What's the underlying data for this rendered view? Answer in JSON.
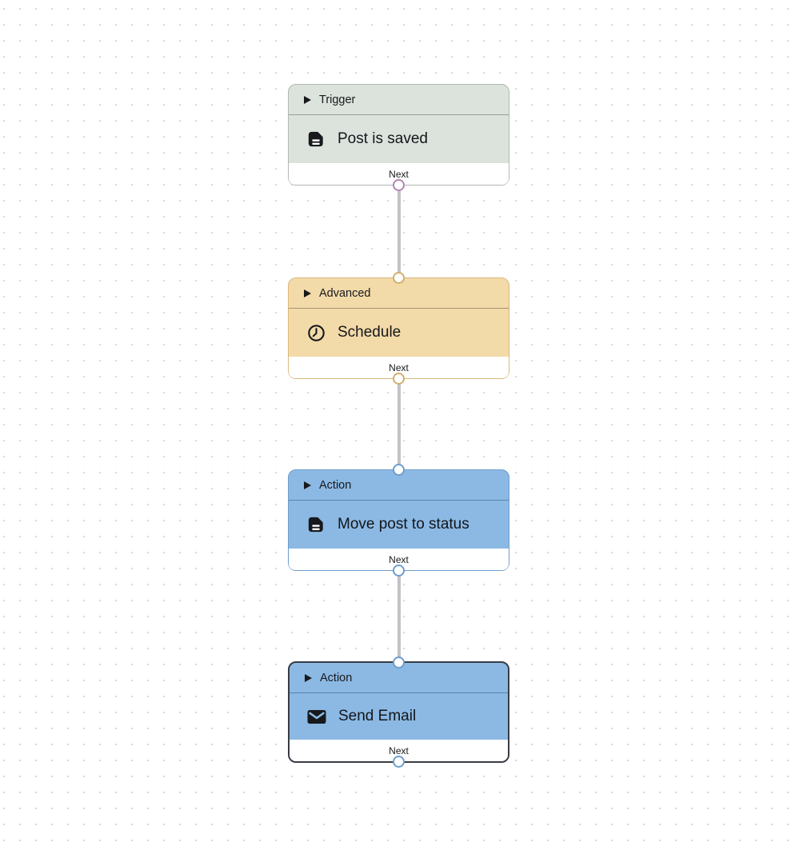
{
  "canvas": {
    "background_color": "#ffffff",
    "dot_color": "#d7d7d7",
    "edge_color": "#c3c3c7",
    "selected_border_color": "#383d42"
  },
  "nodes": [
    {
      "category": "Trigger",
      "title": "Post is saved",
      "next_label": "Next",
      "icon": "document-icon",
      "fill": "#dce3dd",
      "border": "#b0b8b2",
      "divider": "#99a09b",
      "port": "#b287b2",
      "selected": false
    },
    {
      "category": "Advanced",
      "title": "Schedule",
      "next_label": "Next",
      "icon": "clock-icon",
      "fill": "#f3daa9",
      "border": "#d8b97e",
      "divider": "#a5946f",
      "port": "#d2ae6e",
      "selected": false
    },
    {
      "category": "Action",
      "title": "Move post to status",
      "next_label": "Next",
      "icon": "document-icon",
      "fill": "#8bb9e4",
      "border": "#6d9ecd",
      "divider": "#5d81a9",
      "port": "#6d9ecd",
      "selected": false
    },
    {
      "category": "Action",
      "title": "Send Email",
      "next_label": "Next",
      "icon": "email-icon",
      "fill": "#8bb9e4",
      "border": "#383d42",
      "divider": "#5d81a9",
      "port": "#6d9ecd",
      "selected": true
    }
  ]
}
